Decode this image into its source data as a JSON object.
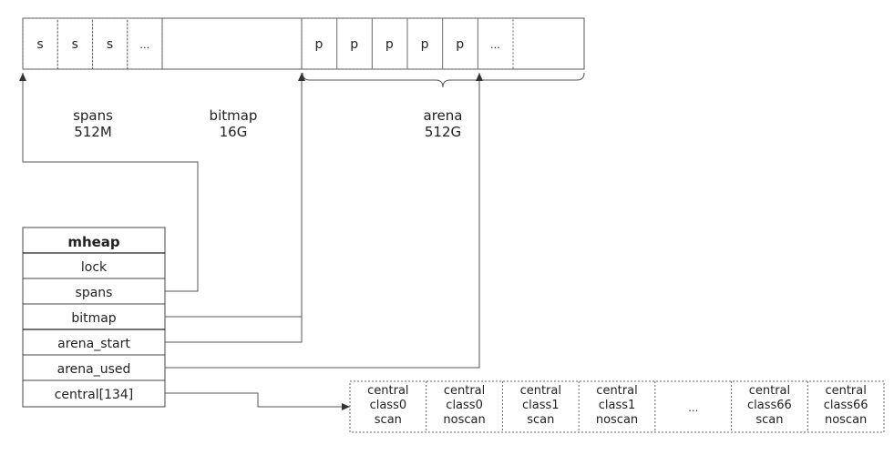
{
  "memory": {
    "spans_cells": [
      "s",
      "s",
      "s",
      "…"
    ],
    "arena_cells": [
      "p",
      "p",
      "p",
      "p",
      "p",
      "…"
    ]
  },
  "regions": {
    "spans": {
      "name": "spans",
      "size": "512M"
    },
    "bitmap": {
      "name": "bitmap",
      "size": "16G"
    },
    "arena": {
      "name": "arena",
      "size": "512G"
    }
  },
  "mheap": {
    "title": "mheap",
    "fields": [
      "lock",
      "spans",
      "bitmap",
      "arena_start",
      "arena_used",
      "central[134]"
    ]
  },
  "central": [
    [
      "central",
      "class0",
      "scan"
    ],
    [
      "central",
      "class0",
      "noscan"
    ],
    [
      "central",
      "class1",
      "scan"
    ],
    [
      "central",
      "class1",
      "noscan"
    ],
    [
      "…"
    ],
    [
      "central",
      "class66",
      "scan"
    ],
    [
      "central",
      "class66",
      "noscan"
    ]
  ],
  "colors": {
    "line": "#4a4a4a",
    "text": "#222222"
  }
}
